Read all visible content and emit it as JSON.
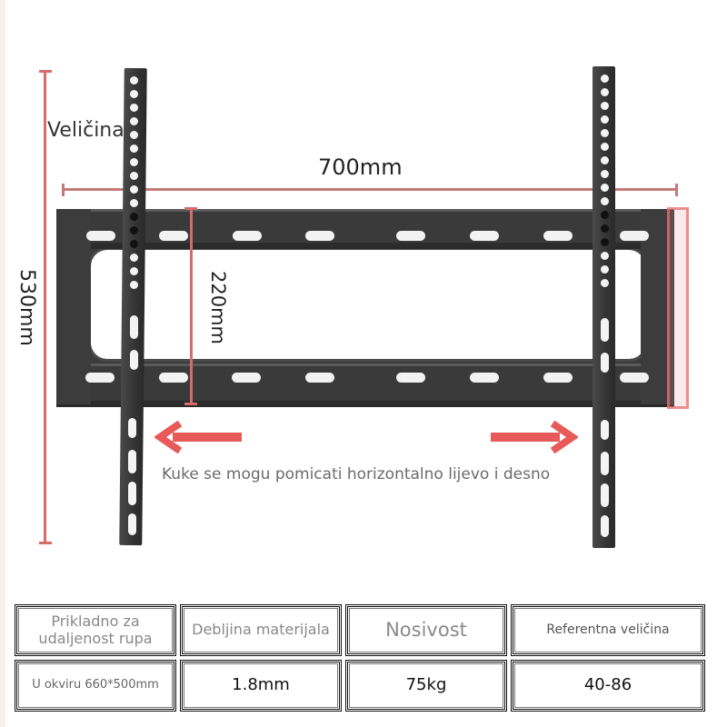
{
  "image": {
    "subject": "TV wall mount bracket",
    "colors": {
      "dimension_line": "#d96a6a",
      "arrow": "#e85a5a",
      "bracket_metal": "#3a3a3a",
      "caption_text": "#6b6b6b"
    }
  },
  "labels": {
    "size_title": "Veličina",
    "width_dim": "700mm",
    "height_dim": "530mm",
    "rail_spacing_dim": "220mm",
    "caption": "Kuke se mogu pomicati horizontalno lijevo i desno"
  },
  "arrows": {
    "left": "arrow-left-icon",
    "right": "arrow-right-icon"
  },
  "spec_table": {
    "headers": [
      "Prikladno za udaljenost rupa",
      "Debljina materijala",
      "Nosivost",
      "Referentna veličina"
    ],
    "values": [
      "U okviru 660*500mm",
      "1.8mm",
      "75kg",
      "40-86"
    ]
  }
}
